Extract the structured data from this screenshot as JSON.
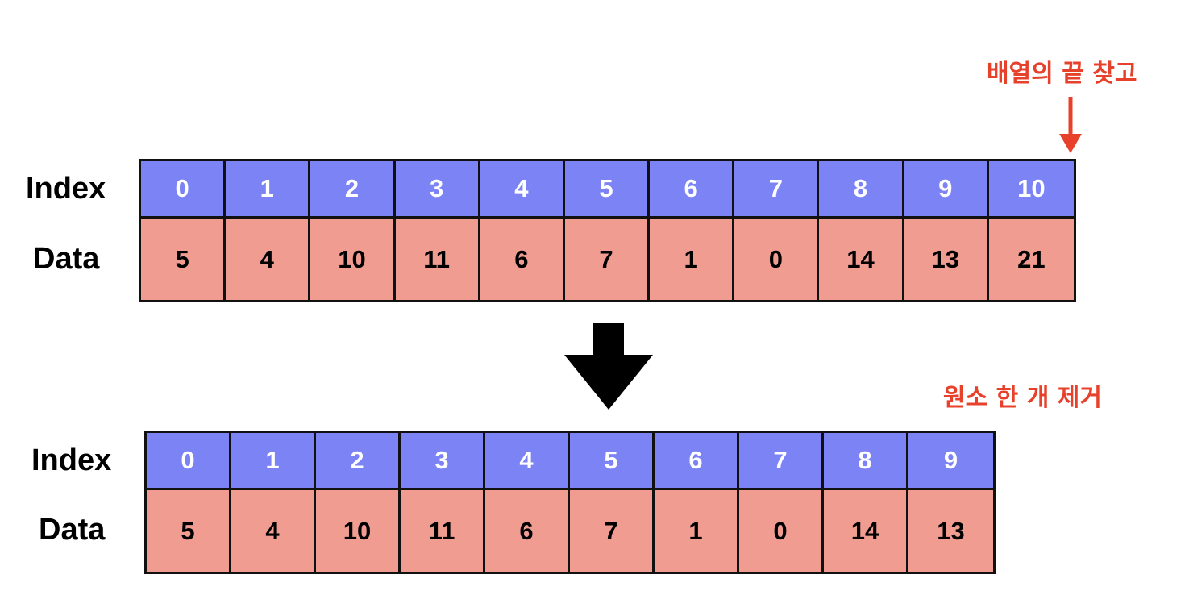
{
  "before": {
    "index_label": "Index",
    "data_label": "Data",
    "index": [
      "0",
      "1",
      "2",
      "3",
      "4",
      "5",
      "6",
      "7",
      "8",
      "9",
      "10"
    ],
    "data": [
      "5",
      "4",
      "10",
      "11",
      "6",
      "7",
      "1",
      "0",
      "14",
      "13",
      "21"
    ]
  },
  "after": {
    "index_label": "Index",
    "data_label": "Data",
    "index": [
      "0",
      "1",
      "2",
      "3",
      "4",
      "5",
      "6",
      "7",
      "8",
      "9"
    ],
    "data": [
      "5",
      "4",
      "10",
      "11",
      "6",
      "7",
      "1",
      "0",
      "14",
      "13"
    ]
  },
  "annotations": {
    "find_end": "배열의 끝 찾고",
    "remove_one": "원소 한 개 제거"
  },
  "colors": {
    "index_fill": "#7b83f5",
    "data_fill": "#f09c91",
    "annotation": "#e8412b",
    "border": "#111111"
  }
}
